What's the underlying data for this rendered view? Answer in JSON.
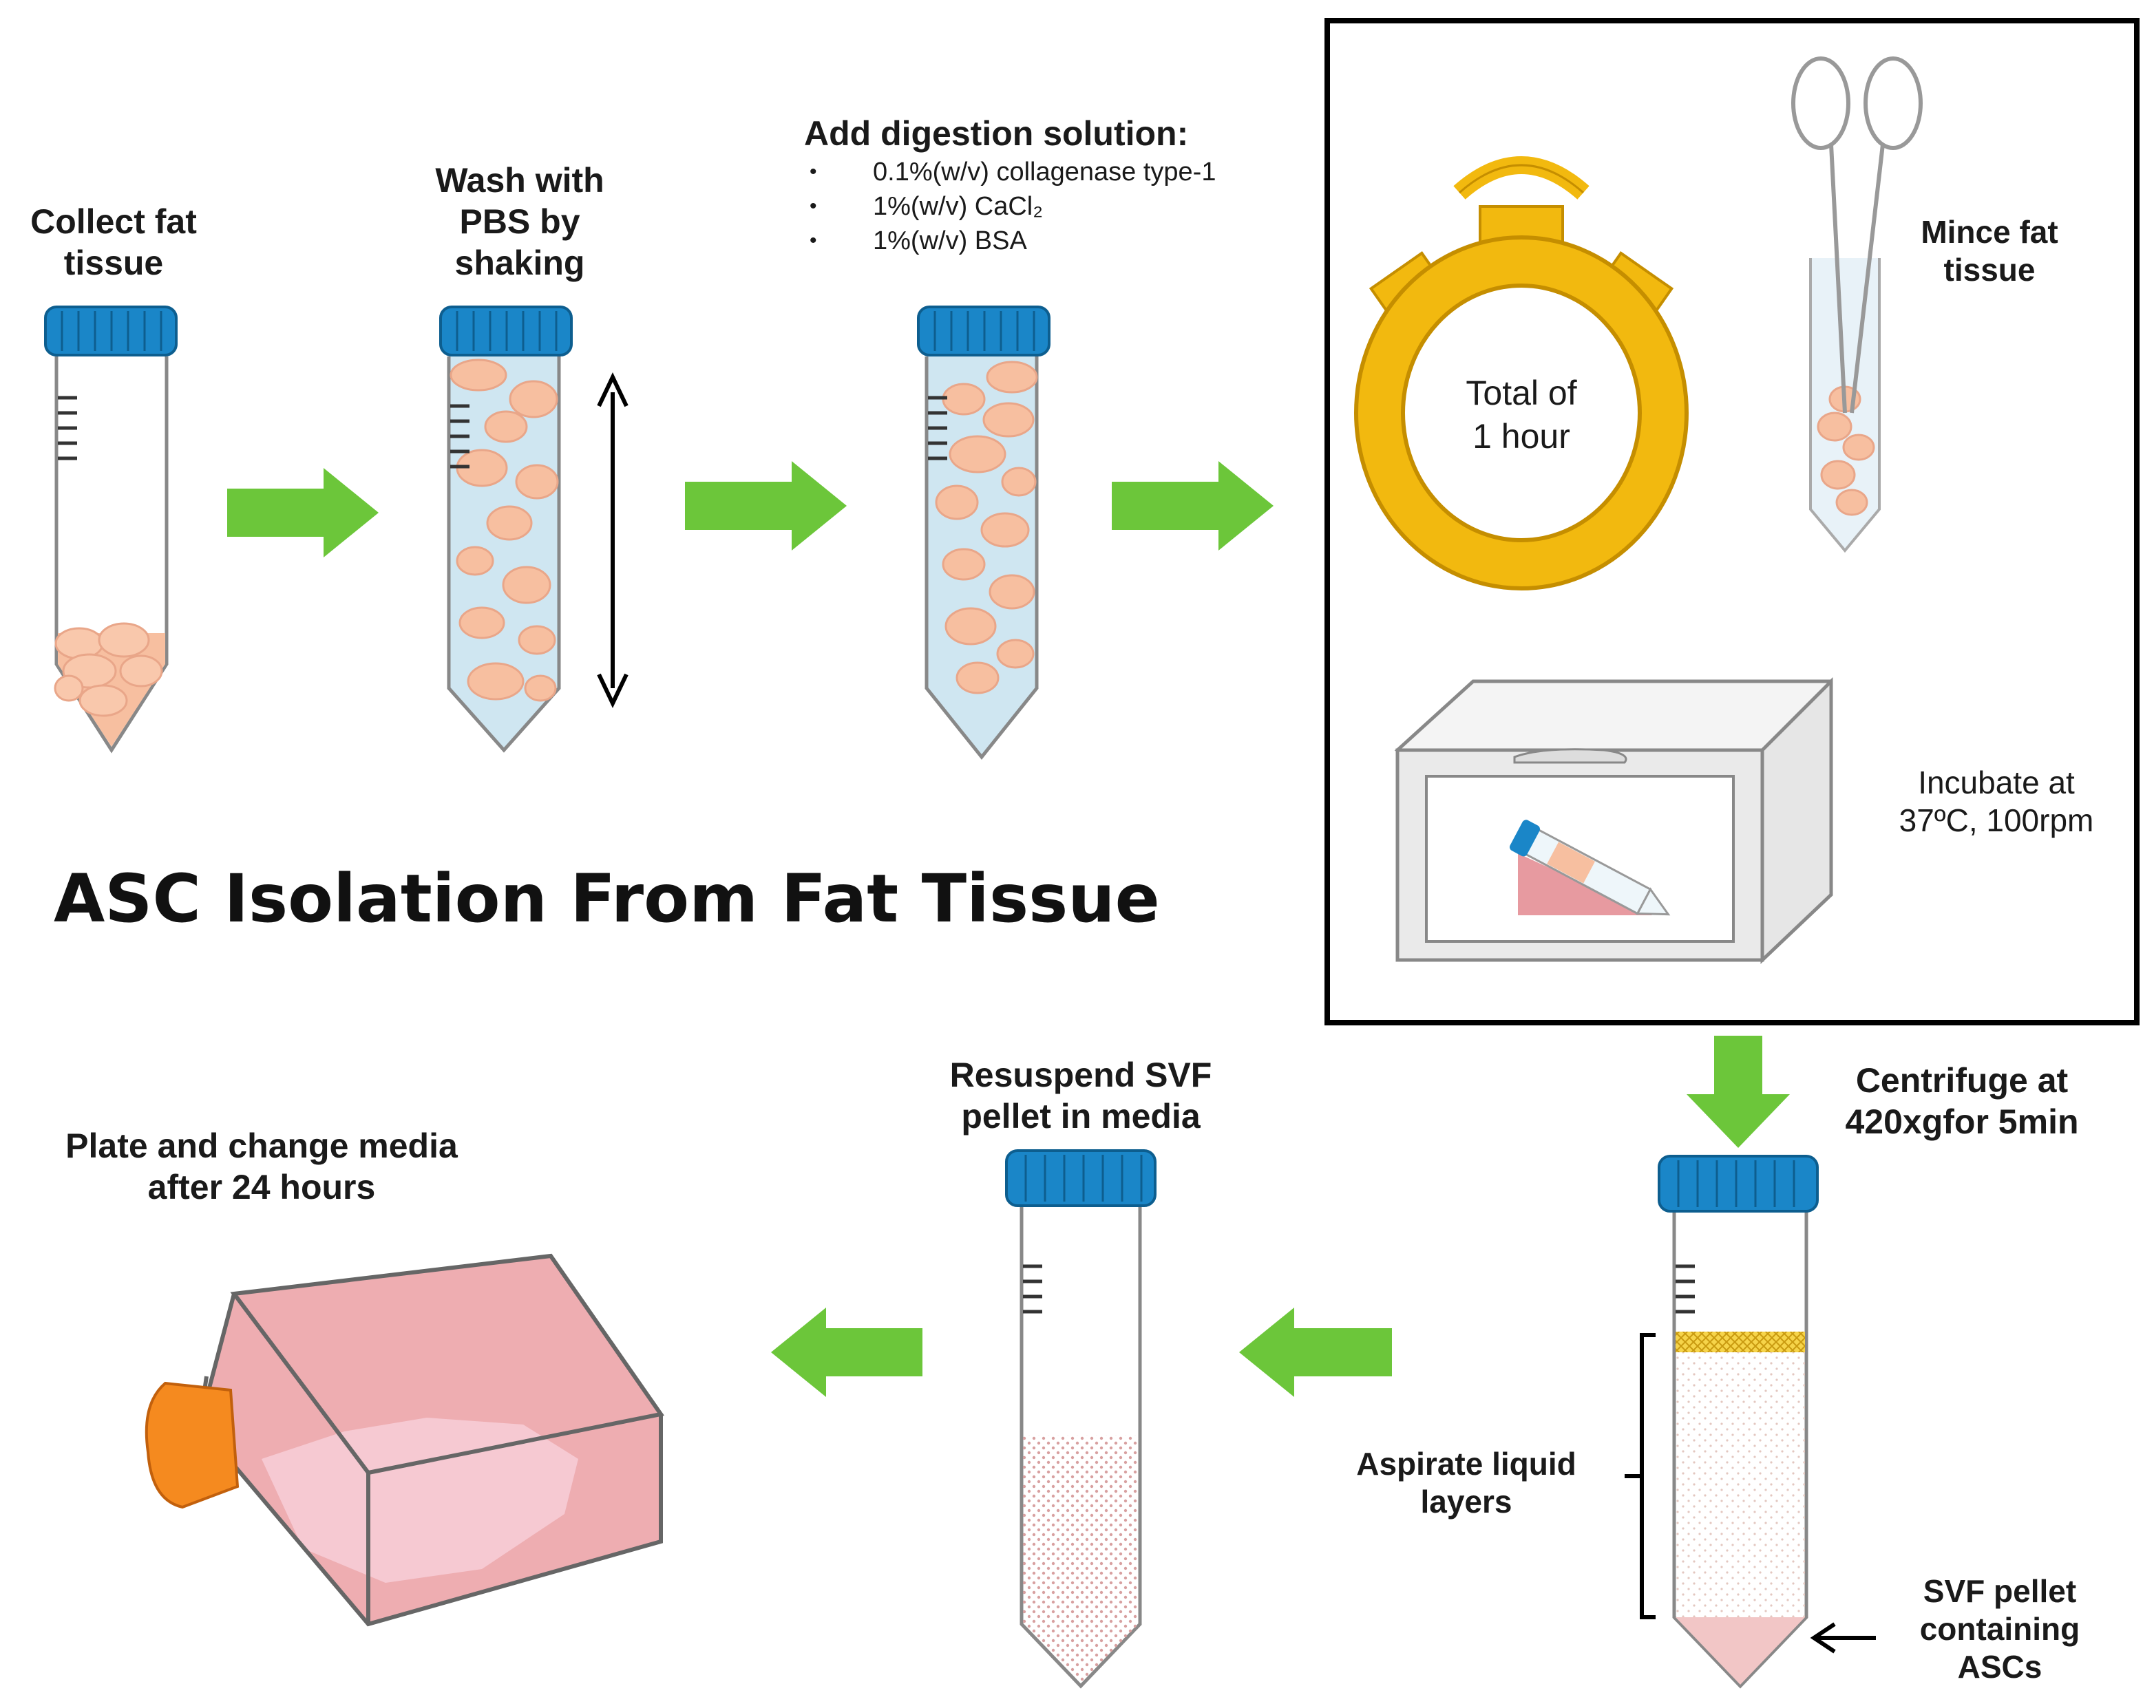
{
  "title": "ASC Isolation From Fat Tissue",
  "steps": {
    "collect": "Collect fat\ntissue",
    "wash": "Wash with\nPBS by\nshaking",
    "digest_heading": "Add digestion solution:",
    "digest_items": [
      "0.1%(w/v) collagenase type-1",
      "1%(w/v) CaCl₂",
      "1%(w/v) BSA"
    ],
    "timer": "Total of\n1 hour",
    "mince": "Mince fat\ntissue",
    "incubate": "Incubate at\n37ºC, 100rpm",
    "centrifuge": "Centrifuge at\n420xgfor 5min",
    "aspirate": "Aspirate liquid\nlayers",
    "pellet": "SVF pellet\ncontaining\nASCs",
    "resuspend": "Resuspend SVF\npellet in media",
    "plate": "Plate and change media\nafter 24 hours"
  },
  "colors": {
    "arrow": "#6cc63a",
    "cap": "#1a86c8",
    "fat": "#f7bfa0",
    "pbs": "#cfe6f1",
    "timer": "#f2b90f",
    "media": "#e79aa0"
  }
}
